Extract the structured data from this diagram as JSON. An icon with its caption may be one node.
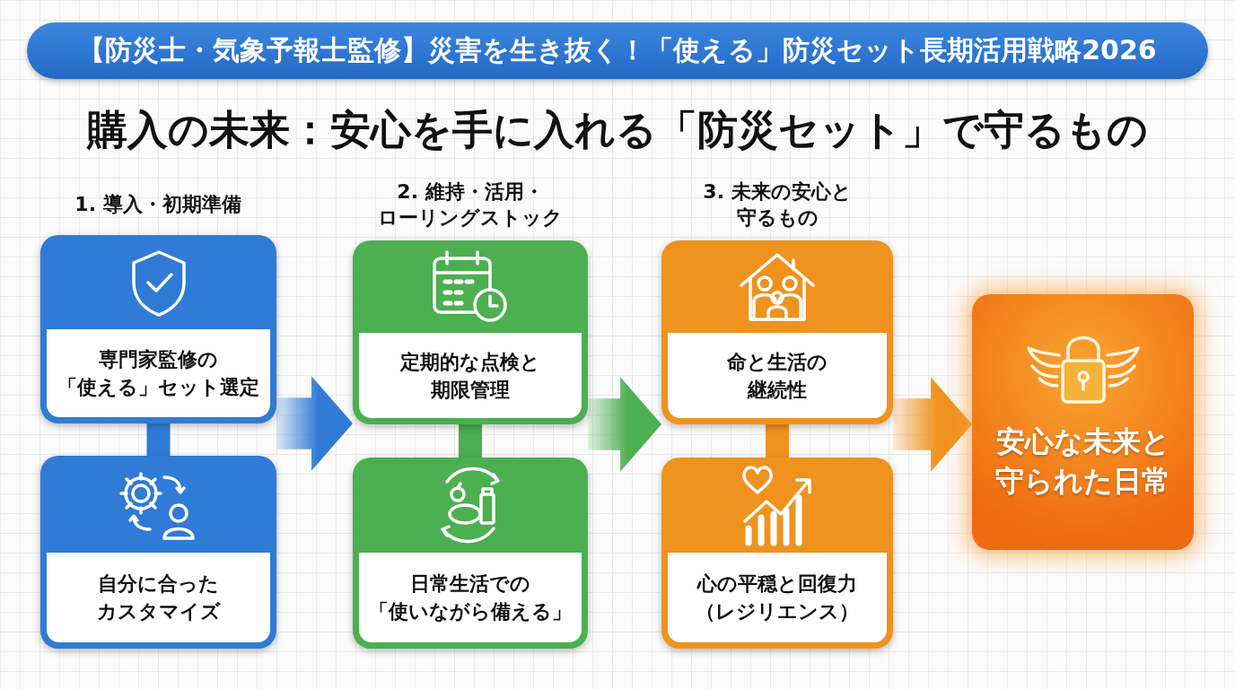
{
  "diagram": {
    "title": "【防災士・気象予報士監修】災害を生き抜く！「使える」防災セット長期活用戦略2026",
    "nodes": [
      {
        "text": [
          "専門家監修の「使える」セット選定"
        ]
      },
      {
        "text": [
          "自分に合ったカスタマイズ"
        ]
      },
      {
        "text": [
          "定期的な点検と期限管理"
        ]
      },
      {
        "text": [
          "日常生活での「使いながら備える」"
        ]
      },
      {
        "text": [
          "命と生活の継続性"
        ]
      },
      {
        "text": [
          "心の平穏と回復力（レジリエンス）"
        ]
      },
      {
        "text": [
          "安心な未来と守られた日常"
        ]
      }
    ],
    "edges": [
      {
        "from": 0,
        "to": 1,
        "arrow": "none",
        "color": "#2f7bd6"
      },
      {
        "from": 2,
        "to": 3,
        "arrow": "none",
        "color": "#4caf50"
      },
      {
        "from": 4,
        "to": 5,
        "arrow": "none",
        "color": "#f0921e"
      },
      {
        "from": 0,
        "to": 2,
        "arrow": "to",
        "style": "thick",
        "color": "#2f7bd6"
      },
      {
        "from": 2,
        "to": 4,
        "arrow": "to",
        "style": "thick",
        "color": "#4caf50"
      },
      {
        "from": 4,
        "to": 6,
        "arrow": "to",
        "style": "thick",
        "color": "#f0921e"
      }
    ],
    "labels": [
      "購入の未来：安心を手に入れる「防災セット」で守るもの",
      "1. 導入・初期準備",
      "2. 維持・活用・ローリングストック",
      "3. 未来の安心と守るもの"
    ]
  }
}
